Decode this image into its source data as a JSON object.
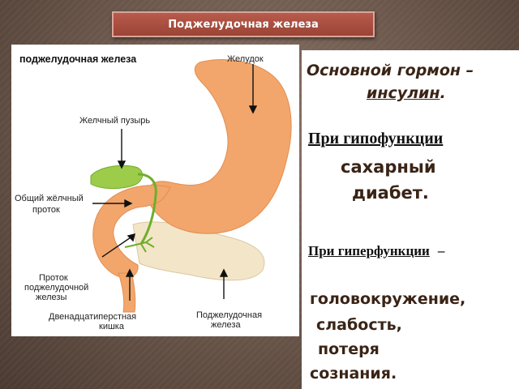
{
  "slide": {
    "title": "Поджелудочная железа"
  },
  "diagram": {
    "title": "поджелудочная железа",
    "labels": {
      "stomach": "Желудок",
      "gallbladder": "Желчный пузырь",
      "common_bile_duct_1": "Общий жёлчный",
      "common_bile_duct_2": "проток",
      "pancreatic_duct_1": "Проток",
      "pancreatic_duct_2": "поджелудочной",
      "pancreatic_duct_3": "железы",
      "duodenum_1": "Двенадцатиперстная",
      "duodenum_2": "кишка",
      "pancreas_1": "Поджелудочная",
      "pancreas_2": "железа"
    },
    "colors": {
      "stomach": "#f2a66b",
      "pancreas": "#f3e6c8",
      "gallbladder": "#9ccc4a",
      "duct": "#6fae2c"
    }
  },
  "text": {
    "hormone_line1": "Основной гормон –",
    "hormone_line2": "инсулин",
    "hormone_dot": ".",
    "hypo_heading": "При гипофункции",
    "hypo_line1": "сахарный",
    "hypo_line2": "диабет.",
    "hyper_heading": "При гиперфункции",
    "hyper_dash": "–",
    "hyper_line1": "головокружение,",
    "hyper_line2": "слабость,",
    "hyper_line3": "потеря",
    "hyper_line4": "сознания."
  }
}
